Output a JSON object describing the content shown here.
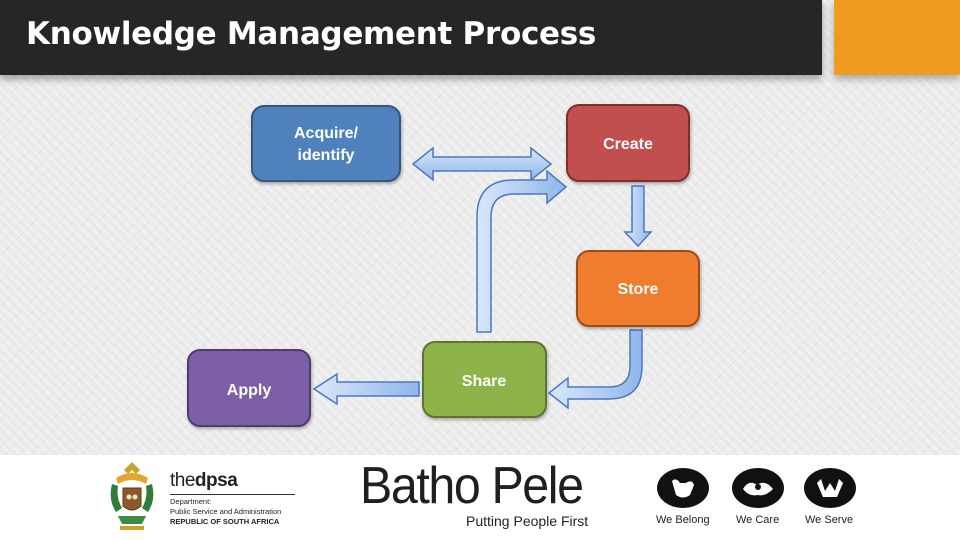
{
  "slide": {
    "title": "Knowledge Management Process"
  },
  "diagram": {
    "nodes": {
      "acquire": {
        "line1": "Acquire/",
        "line2": "identify",
        "color": "#4f81bd"
      },
      "create": {
        "label": "Create",
        "color": "#c0504d"
      },
      "store": {
        "label": "Store",
        "color": "#f07d2e"
      },
      "share": {
        "label": "Share",
        "color": "#8db34a"
      },
      "apply": {
        "label": "Apply",
        "color": "#7d5fa6"
      }
    },
    "edges": [
      {
        "from": "acquire",
        "to": "create",
        "direction": "both"
      },
      {
        "from": "create",
        "to": "store",
        "direction": "forward"
      },
      {
        "from": "store",
        "to": "share",
        "direction": "forward"
      },
      {
        "from": "share",
        "to": "create",
        "direction": "forward"
      },
      {
        "from": "share",
        "to": "apply",
        "direction": "forward"
      }
    ],
    "arrow_color": "#a8c8f0"
  },
  "footer": {
    "dpsa": {
      "the": "the",
      "name": "dpsa",
      "line1": "Department:",
      "line2": "Public Service and Administration",
      "line3": "REPUBLIC OF SOUTH AFRICA"
    },
    "batho_pele": {
      "title": "Batho Pele",
      "tagline": "Putting People First"
    },
    "values": [
      "We Belong",
      "We Care",
      "We Serve"
    ]
  }
}
